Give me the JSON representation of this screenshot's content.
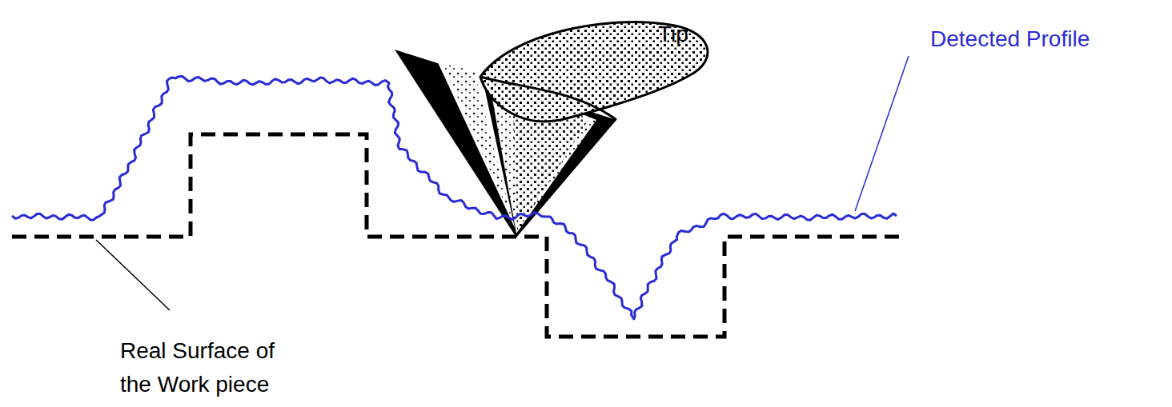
{
  "diagram": {
    "labels": [
      "Tip",
      "Detected Profile",
      "Real Surface of the Work piece"
    ]
  }
}
